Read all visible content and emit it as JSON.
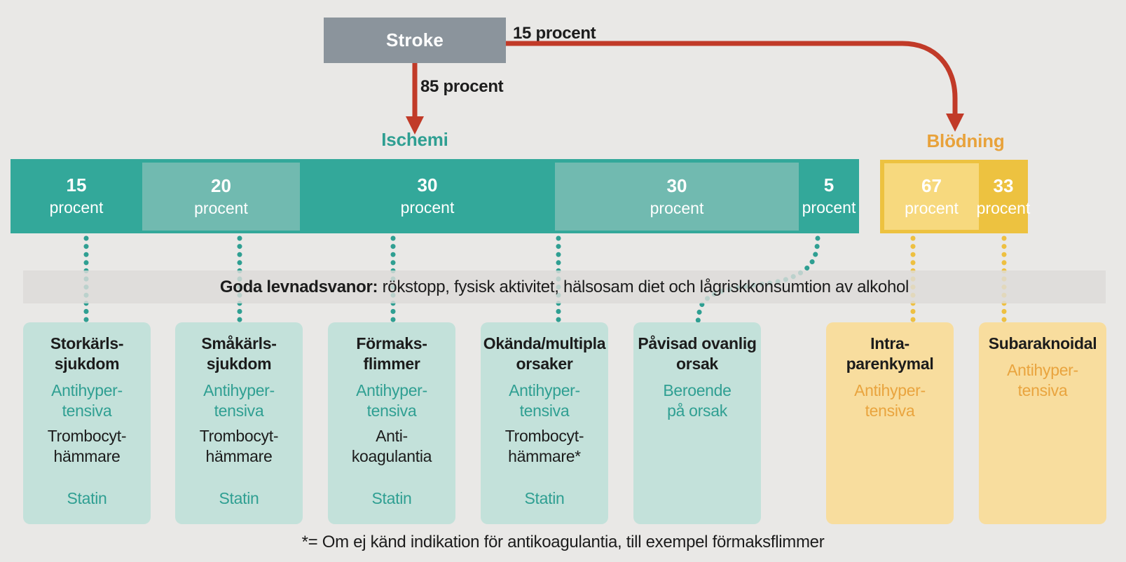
{
  "colors": {
    "background": "#e9e8e6",
    "stroke_box": "#8b949c",
    "teal_dark": "#33a89a",
    "teal_light": "#71bab0",
    "teal_text": "#2f9f92",
    "card_teal": "#c3e1da",
    "yellow_dark": "#edc240",
    "yellow_light": "#f7d97e",
    "card_yellow": "#f8dd9e",
    "orange_text": "#e8a23b",
    "arrow_red": "#c13a28",
    "band_gray": "#dedddb"
  },
  "flow": {
    "root_label": "Stroke",
    "right_branch_pct": "15 procent",
    "down_branch_pct": "85 procent",
    "left_group_label": "Ischemi",
    "right_group_label": "Blödning"
  },
  "chart_data": {
    "type": "bar",
    "title": "Stroke subtype distribution",
    "series": [
      {
        "name": "Ischemi",
        "share_of_stroke": "85 procent",
        "segments": [
          {
            "value": 15,
            "unit": "procent",
            "shade": "dark"
          },
          {
            "value": 20,
            "unit": "procent",
            "shade": "light"
          },
          {
            "value": 30,
            "unit": "procent",
            "shade": "dark"
          },
          {
            "value": 30,
            "unit": "procent",
            "shade": "light"
          },
          {
            "value": 5,
            "unit": "procent",
            "shade": "dark"
          }
        ]
      },
      {
        "name": "Blödning",
        "share_of_stroke": "15 procent",
        "segments": [
          {
            "value": 67,
            "unit": "procent",
            "shade": "light"
          },
          {
            "value": 33,
            "unit": "procent",
            "shade": "dark"
          }
        ]
      }
    ]
  },
  "segments": {
    "i0": {
      "num": "15",
      "unit": "procent"
    },
    "i1": {
      "num": "20",
      "unit": "procent"
    },
    "i2": {
      "num": "30",
      "unit": "procent"
    },
    "i3": {
      "num": "30",
      "unit": "procent"
    },
    "i4": {
      "num": "5",
      "unit": "procent"
    },
    "b0": {
      "num": "67",
      "unit": "procent"
    },
    "b1": {
      "num": "33",
      "unit": "procent"
    }
  },
  "lifestyle_band": {
    "bold": "Goda levnadsvanor:",
    "rest": " rökstopp, fysisk aktivitet, hälsosam diet och lågriskkonsumtion av alkohol"
  },
  "cards": [
    {
      "group": "ischemi",
      "title_lines": [
        "Storkärls-",
        "sjukdom"
      ],
      "t1_lines": [
        "Antihyper-",
        "tensiva"
      ],
      "t2_lines": [
        "Trombocyt-",
        "hämmare"
      ],
      "statin": "Statin"
    },
    {
      "group": "ischemi",
      "title_lines": [
        "Småkärls-",
        "sjukdom"
      ],
      "t1_lines": [
        "Antihyper-",
        "tensiva"
      ],
      "t2_lines": [
        "Trombocyt-",
        "hämmare"
      ],
      "statin": "Statin"
    },
    {
      "group": "ischemi",
      "title_lines": [
        "Förmaks-",
        "flimmer"
      ],
      "t1_lines": [
        "Antihyper-",
        "tensiva"
      ],
      "t2_lines": [
        "Anti-",
        "koagulantia"
      ],
      "statin": "Statin"
    },
    {
      "group": "ischemi",
      "title_lines": [
        "Okända/multipla",
        "orsaker"
      ],
      "t1_lines": [
        "Antihyper-",
        "tensiva"
      ],
      "t2_lines": [
        "Trombocyt-",
        "hämmare*"
      ],
      "statin": "Statin"
    },
    {
      "group": "ischemi",
      "title_lines": [
        "Påvisad ovanlig",
        "orsak"
      ],
      "t1_lines": [
        "Beroende",
        "på orsak"
      ]
    },
    {
      "group": "blodning",
      "title_lines": [
        "Intra-",
        "parenkymal"
      ],
      "t1_lines": [
        "Antihyper-",
        "tensiva"
      ]
    },
    {
      "group": "blodning",
      "title_lines": [
        "Subaraknoidal"
      ],
      "t1_lines": [
        "Antihyper-",
        "tensiva"
      ]
    }
  ],
  "footnote": "*= Om ej känd indikation för antikoagulantia, till exempel förmaksflimmer"
}
